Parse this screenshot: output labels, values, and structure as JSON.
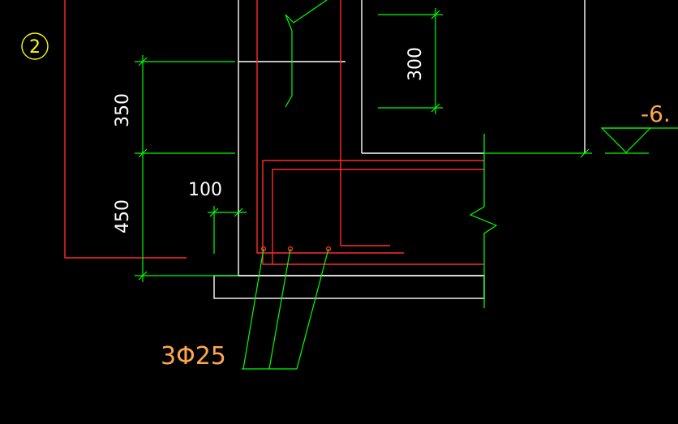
{
  "drawing": {
    "detail_marker": "2",
    "dimensions": {
      "upper_vertical": "350",
      "lower_vertical": "450",
      "offset": "100",
      "right_vertical": "300"
    },
    "elevation": "-6.",
    "rebar_callout": "3Φ25"
  },
  "colors": {
    "background": "#000000",
    "dimension_line": "#00ff00",
    "concrete_outline": "#ffffff",
    "rebar": "#ff2a2a",
    "text_yellow": "#ffff00",
    "text_orange": "#ffa64d"
  }
}
